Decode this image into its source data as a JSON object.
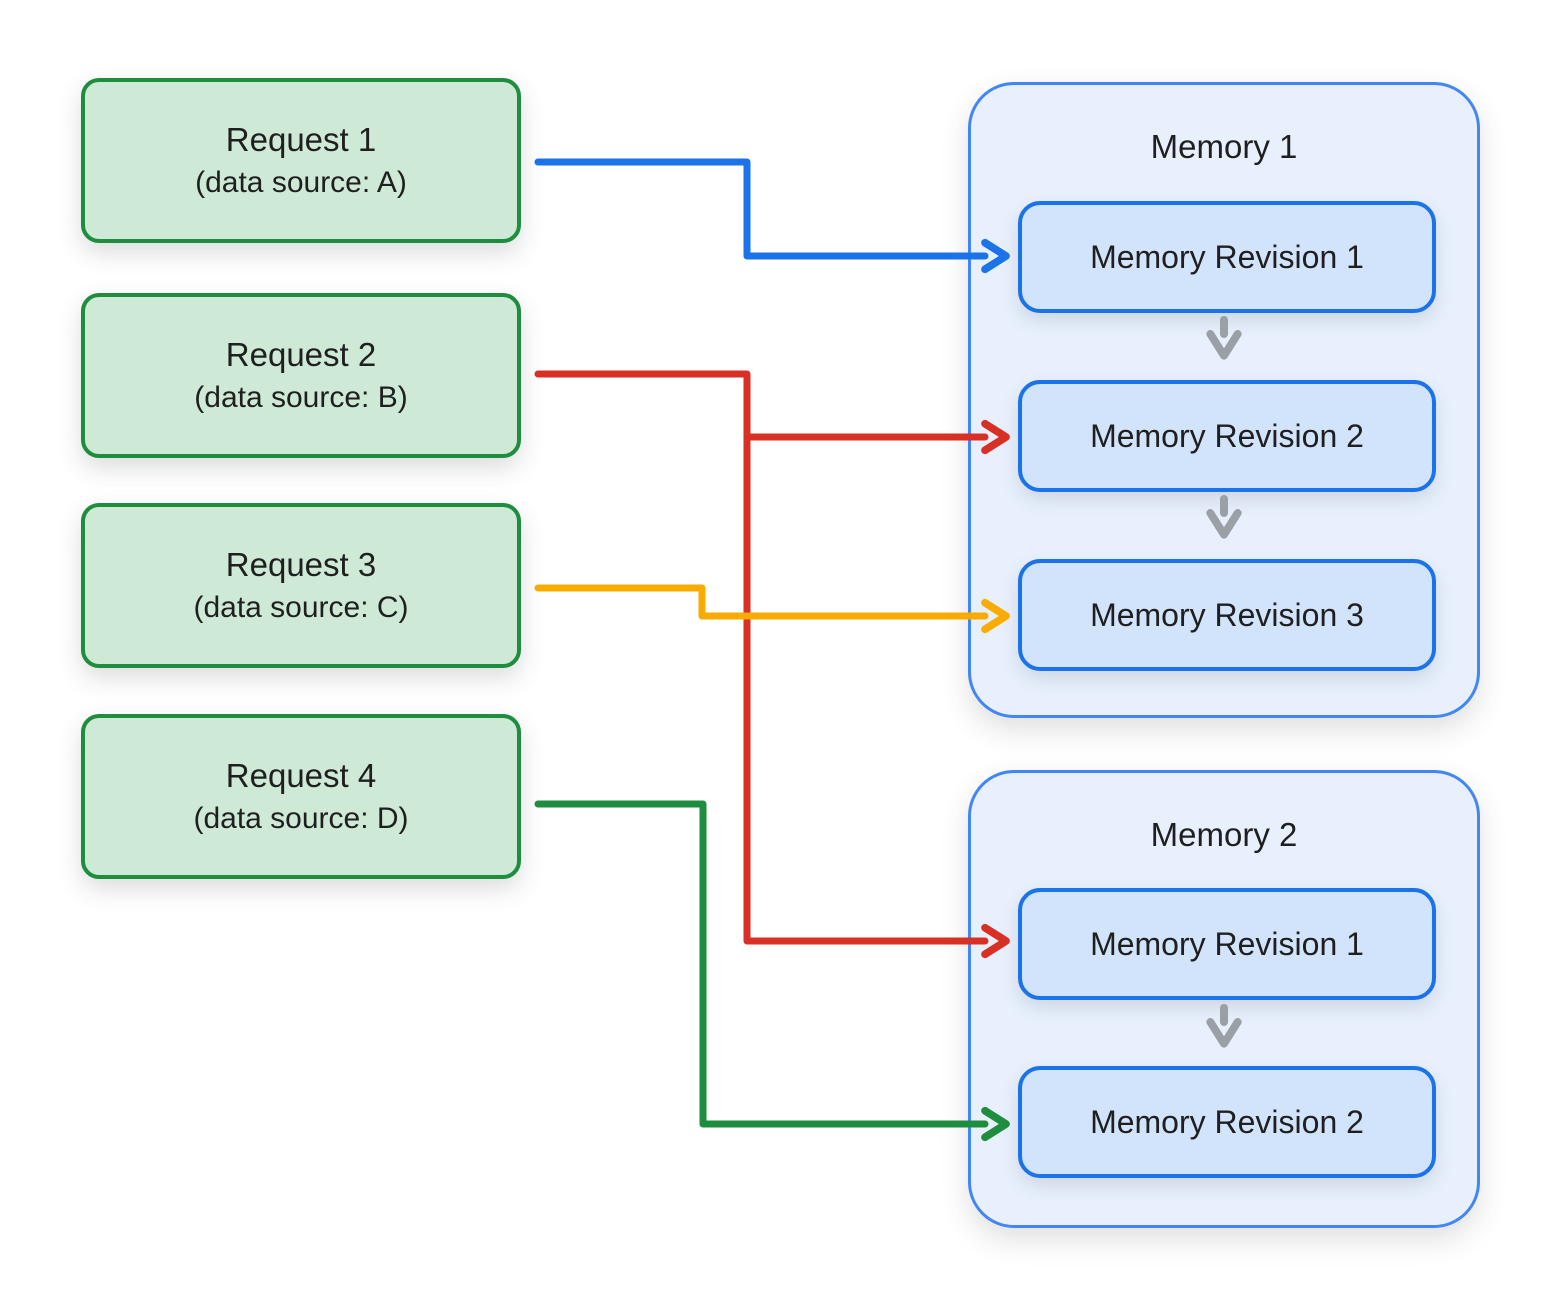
{
  "requests": [
    {
      "title": "Request 1",
      "subtitle": "(data source: A)"
    },
    {
      "title": "Request 2",
      "subtitle": "(data source: B)"
    },
    {
      "title": "Request 3",
      "subtitle": "(data source: C)"
    },
    {
      "title": "Request 4",
      "subtitle": "(data source: D)"
    }
  ],
  "memories": [
    {
      "title": "Memory 1",
      "revisions": [
        "Memory Revision 1",
        "Memory Revision 2",
        "Memory Revision 3"
      ]
    },
    {
      "title": "Memory 2",
      "revisions": [
        "Memory Revision 1",
        "Memory Revision 2"
      ]
    }
  ],
  "connections": [
    {
      "from": "Request 1",
      "to": "Memory 1 / Memory Revision 1",
      "color": "#1a73e8"
    },
    {
      "from": "Request 2",
      "to": "Memory 1 / Memory Revision 2",
      "color": "#d93025"
    },
    {
      "from": "Request 2",
      "to": "Memory 2 / Memory Revision 1",
      "color": "#d93025"
    },
    {
      "from": "Request 3",
      "to": "Memory 1 / Memory Revision 3",
      "color": "#f9ab00"
    },
    {
      "from": "Request 4",
      "to": "Memory 2 / Memory Revision 2",
      "color": "#1e8e3e"
    }
  ],
  "colors": {
    "request_fill": "#ceead6",
    "request_border": "#1e8e3e",
    "memory_fill": "#e8f0fe",
    "memory_border": "#4285f4",
    "revision_fill": "#d2e3fc",
    "revision_border": "#1a73e8",
    "arrow_blue": "#1a73e8",
    "arrow_red": "#d93025",
    "arrow_yellow": "#f9ab00",
    "arrow_green": "#1e8e3e",
    "arrow_gray": "#9aa0a6",
    "text": "#1f1f1f"
  }
}
